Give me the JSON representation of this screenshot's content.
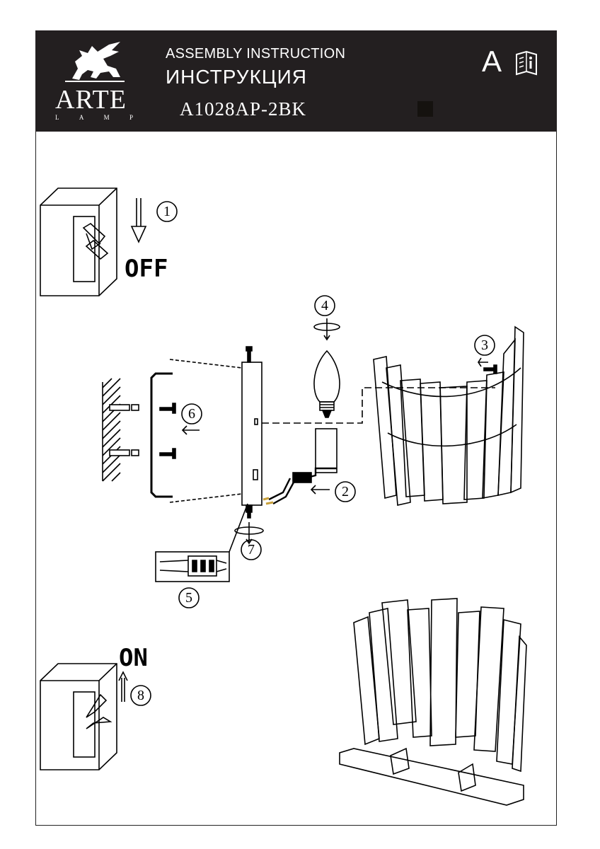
{
  "header": {
    "brand": "ARTE",
    "brand_sub": [
      "L",
      "A",
      "M",
      "P"
    ],
    "title_en": "ASSEMBLY INSTRUCTION",
    "title_ru": "ИНСТРУКЦИЯ",
    "model": "A1028AP-2BK",
    "lang_letter": "A",
    "info_icon": "manual-info-icon"
  },
  "steps": {
    "off_label": "OFF",
    "on_label": "ON",
    "numbers": [
      "1",
      "2",
      "3",
      "4",
      "5",
      "6",
      "7",
      "8"
    ]
  },
  "colors": {
    "header_bg": "#231f20",
    "line": "#000000",
    "accent_wire": "#c8a03a"
  }
}
